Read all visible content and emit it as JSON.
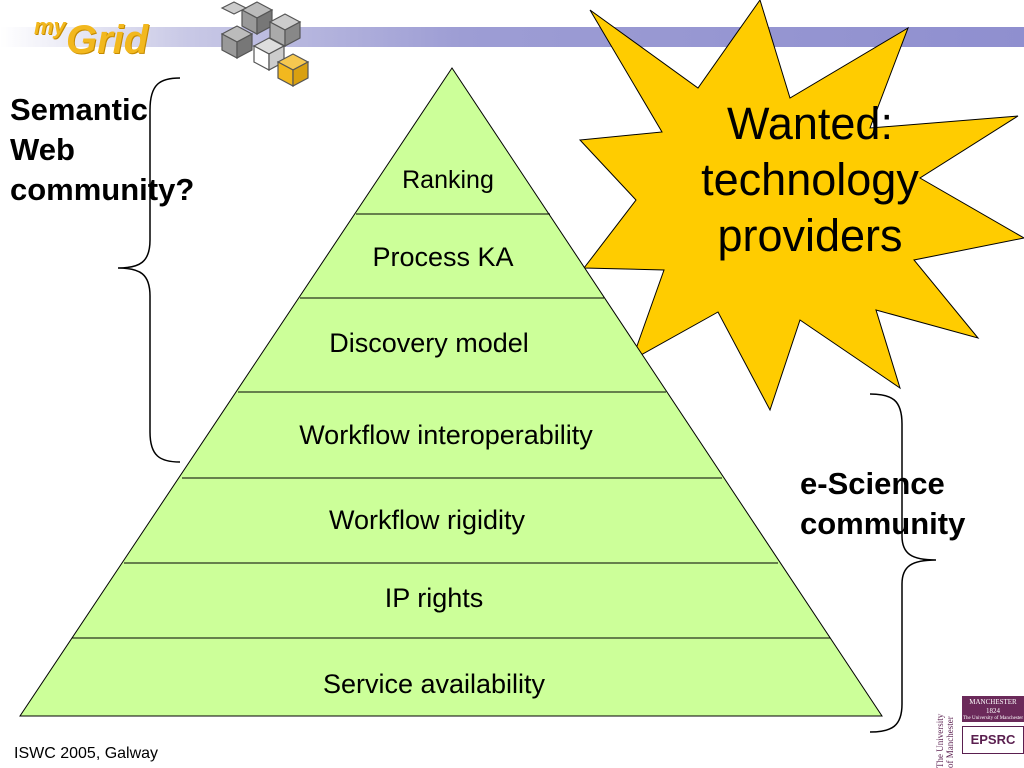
{
  "logo": {
    "my": "my",
    "grid": "Grid"
  },
  "pyramid": {
    "tiers": [
      {
        "label": "Ranking"
      },
      {
        "label": "Process KA"
      },
      {
        "label": "Discovery model"
      },
      {
        "label": "Workflow interoperability"
      },
      {
        "label": "Workflow rigidity"
      },
      {
        "label": "IP rights"
      },
      {
        "label": "Service availability"
      }
    ]
  },
  "semantic_web": {
    "line1": "Semantic",
    "line2": "Web",
    "line3": "community?"
  },
  "escience": {
    "line1": "e-Science",
    "line2": "community"
  },
  "star": {
    "line1": "Wanted:",
    "line2": "technology",
    "line3": "providers"
  },
  "footer": {
    "text": "ISWC 2005, Galway"
  },
  "badges": {
    "manchester_line1": "MANCHESTER",
    "manchester_line2": "1824",
    "manchester_line3": "The University of Manchester",
    "epsrc": "EPSRC",
    "vertical_line1": "The University",
    "vertical_line2": "of Manchester"
  },
  "colors": {
    "pyramid_fill": "#ccff99",
    "star_fill": "#ffcc00",
    "header_bar": "#9d9dd4",
    "logo": "#f2b81e"
  }
}
